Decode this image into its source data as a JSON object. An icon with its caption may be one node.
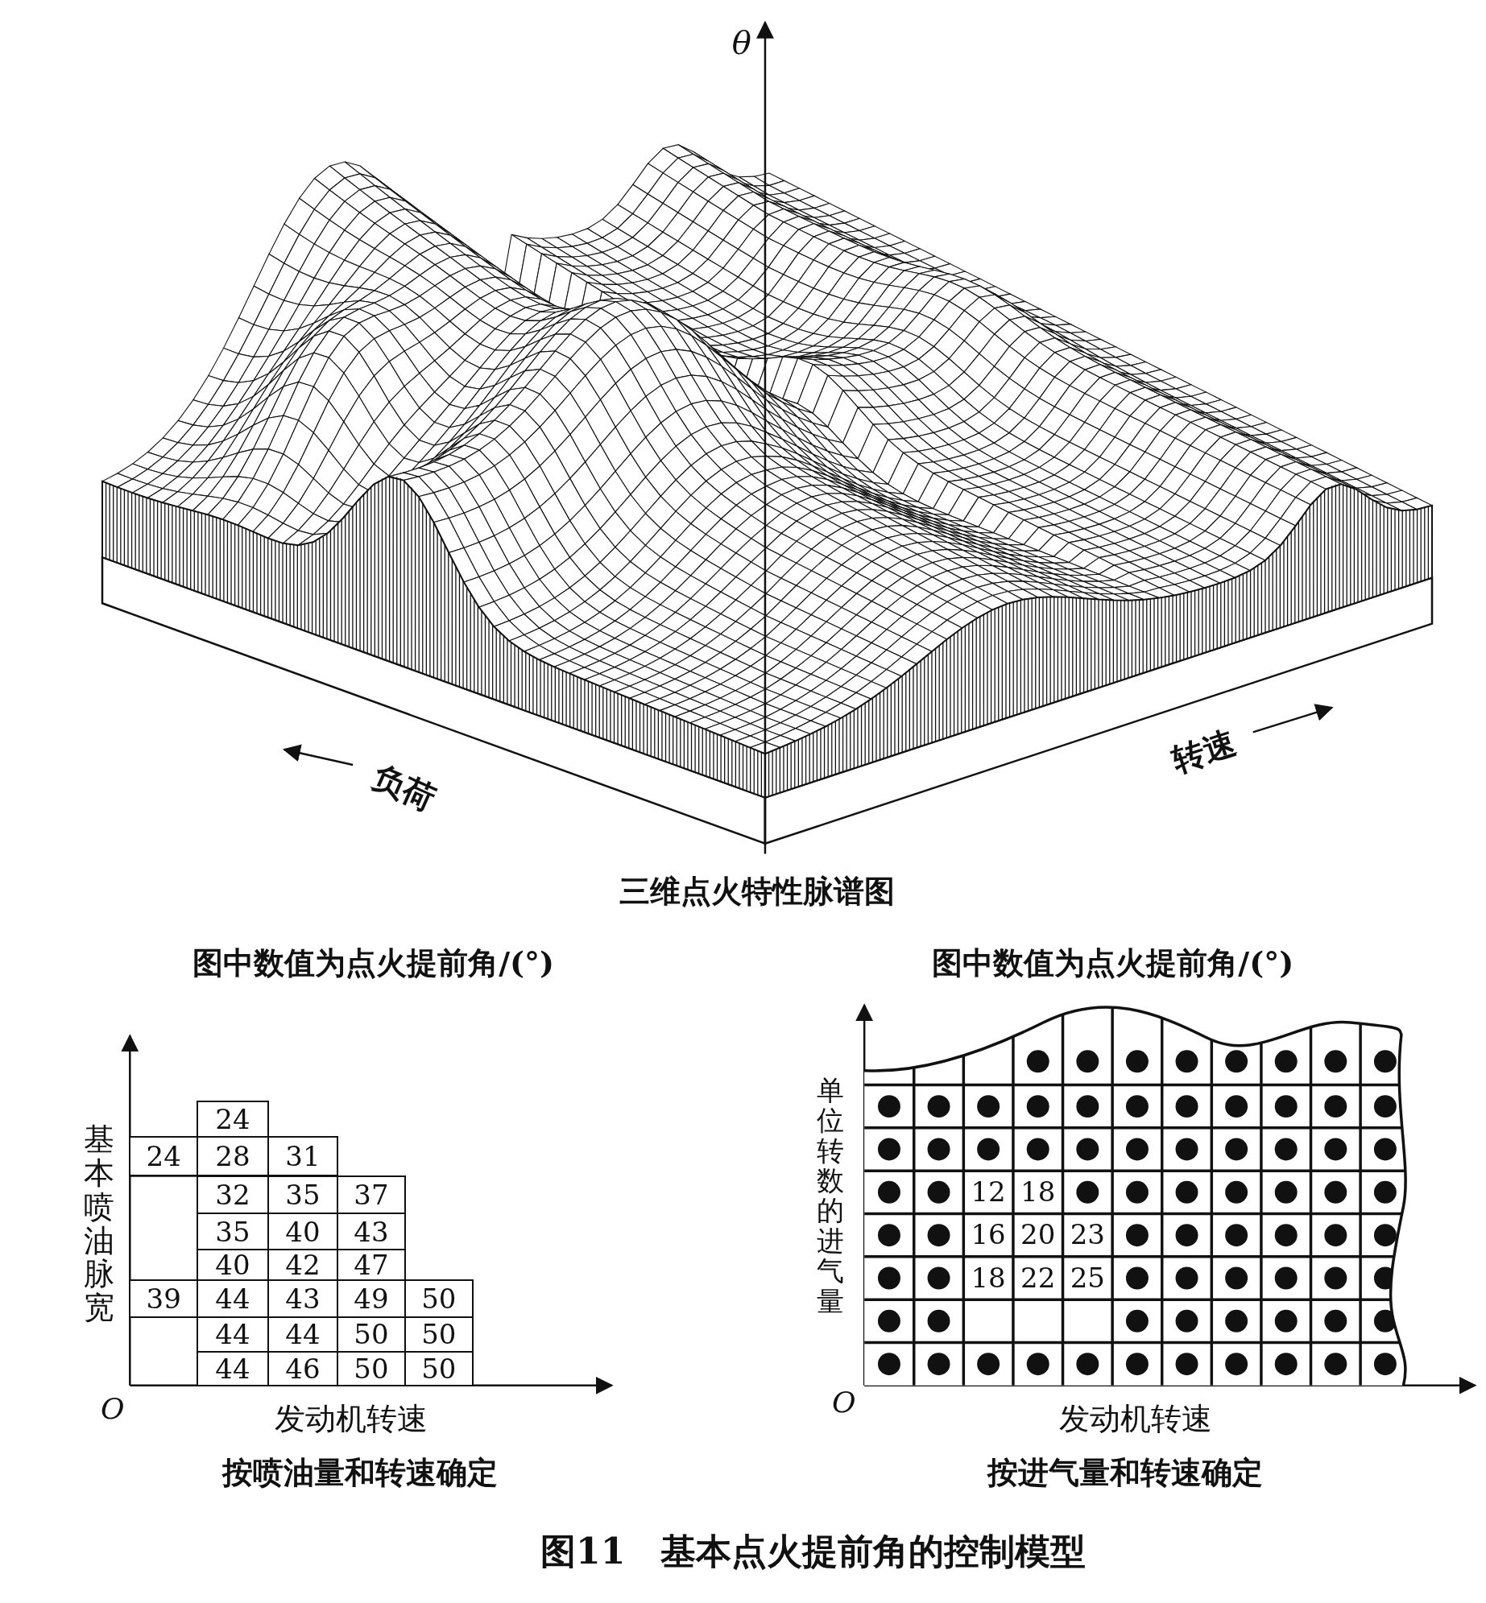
{
  "diagram": {
    "caption": "图11　基本点火提前角的控制模型",
    "labels": [
      "θ",
      "负荷",
      "转速",
      "三维点火特性脉谱图",
      "图中数值为点火提前角/(°)",
      "图中数值为点火提前角/(°)",
      "基本喷油脉宽",
      "24",
      "24",
      "28",
      "31",
      "32",
      "35",
      "37",
      "35",
      "40",
      "43",
      "40",
      "42",
      "47",
      "39",
      "44",
      "43",
      "49",
      "50",
      "44",
      "44",
      "50",
      "50",
      "44",
      "46",
      "50",
      "50",
      "O",
      "发动机转速",
      "按喷油量和转速确定",
      "单位转数的进气量",
      "12",
      "18",
      "16",
      "20",
      "23",
      "18",
      "22",
      "25",
      "O",
      "发动机转速",
      "按进气量和转速确定"
    ]
  }
}
